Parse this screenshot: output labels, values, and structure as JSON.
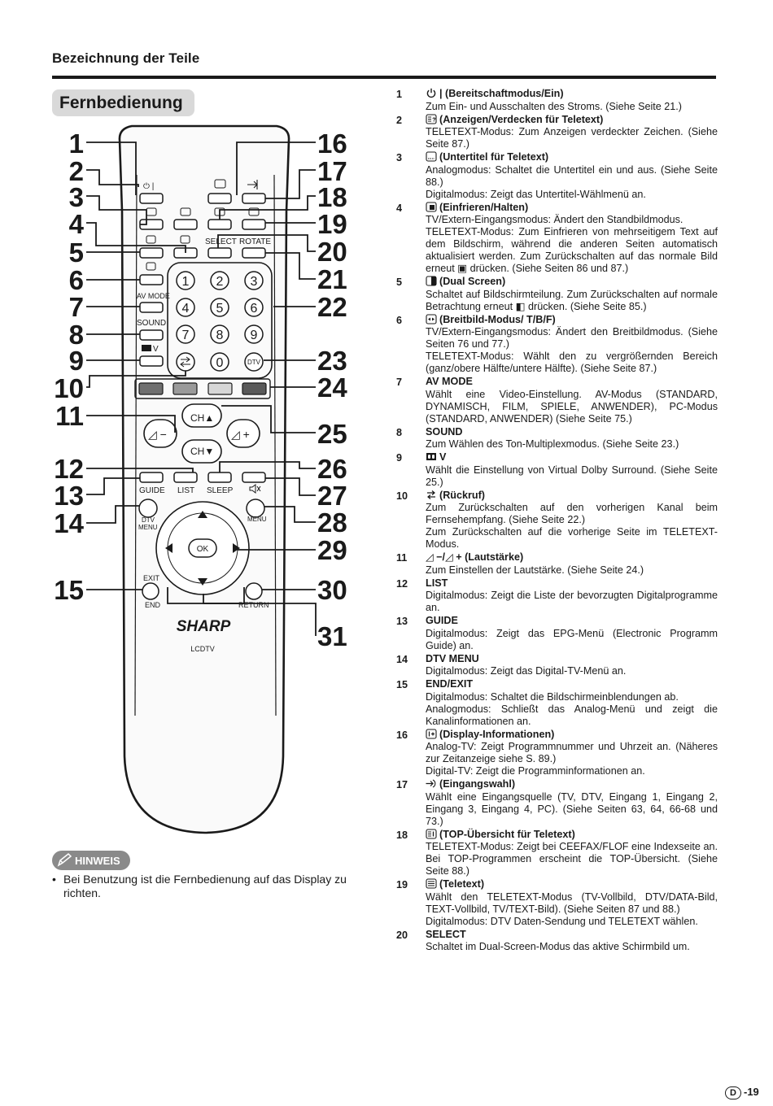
{
  "header": {
    "section_title": "Bezeichnung der Teile",
    "remote_title": "Fernbedienung"
  },
  "remote": {
    "callout_left": [
      "1",
      "2",
      "3",
      "4",
      "5",
      "6",
      "7",
      "8",
      "9",
      "10",
      "11",
      "12",
      "13",
      "14",
      "15"
    ],
    "callout_right": [
      "16",
      "17",
      "18",
      "19",
      "20",
      "21",
      "22",
      "23",
      "24",
      "25",
      "26",
      "27",
      "28",
      "29",
      "30",
      "31"
    ],
    "button_labels": {
      "power": "⏻ |",
      "select": "SELECT",
      "rotate": "ROTATE",
      "av_mode": "AV MODE",
      "sound": "SOUND",
      "virtual_surround": "V",
      "digits": [
        "1",
        "2",
        "3",
        "4",
        "5",
        "6",
        "7",
        "8",
        "9",
        "0"
      ],
      "dtv": "DTV",
      "ch_up": "CH▲",
      "ch_down": "CH▼",
      "vol_minus": "◿ −",
      "vol_plus": "◿ +",
      "guide": "GUIDE",
      "list": "LIST",
      "sleep": "SLEEP",
      "dtv_menu_1": "DTV",
      "dtv_menu_2": "MENU",
      "menu": "MENU",
      "ok": "OK",
      "exit": "EXIT",
      "end": "END",
      "return": "RETURN"
    },
    "brand": "SHARP",
    "model": "LCDTV"
  },
  "note": {
    "badge": "HINWEIS",
    "bullet": "•",
    "text": "Bei Benutzung ist die Fernbedienung auf das Display zu richten."
  },
  "descriptions": [
    {
      "num": "1",
      "icon": "power-icon",
      "title": "| (Bereitschaftmodus/Ein)",
      "lines": [
        "Zum Ein- und Ausschalten des Stroms. (Siehe Seite 21.)"
      ]
    },
    {
      "num": "2",
      "icon": "reveal-icon",
      "title": "(Anzeigen/Verdecken für Teletext)",
      "lines": [
        "TELETEXT-Modus: Zum Anzeigen verdeckter Zeichen. (Siehe Seite 87.)"
      ]
    },
    {
      "num": "3",
      "icon": "subtitle-icon",
      "title": "(Untertitel für Teletext)",
      "lines": [
        "Analogmodus: Schaltet die Untertitel ein und aus. (Siehe Seite 88.)",
        "Digitalmodus: Zeigt das Untertitel-Wählmenü an."
      ]
    },
    {
      "num": "4",
      "icon": "freeze-icon",
      "title": "(Einfrieren/Halten)",
      "lines": [
        "TV/Extern-Eingangsmodus: Ändert den Standbildmodus.",
        "TELETEXT-Modus: Zum Einfrieren von mehrseitigem Text auf dem Bildschirm, während die anderen Seiten automatisch aktualisiert werden. Zum Zurückschalten auf das normale Bild erneut ▣ drücken. (Siehe Seiten 86 und 87.)"
      ]
    },
    {
      "num": "5",
      "icon": "dual-screen-icon",
      "title": "(Dual Screen)",
      "lines": [
        "Schaltet auf Bildschirmteilung. Zum Zurückschalten auf normale Betrachtung erneut ◧ drücken. (Siehe Seite 85.)"
      ]
    },
    {
      "num": "6",
      "icon": "wide-mode-icon",
      "title": "(Breitbild-Modus/ T/B/F)",
      "lines": [
        "TV/Extern-Eingangsmodus: Ändert den Breitbildmodus. (Siehe Seiten 76 und 77.)",
        "TELETEXT-Modus: Wählt den zu vergrößernden Bereich (ganz/obere Hälfte/untere Hälfte). (Siehe Seite 87.)"
      ]
    },
    {
      "num": "7",
      "icon": "",
      "title": "AV MODE",
      "lines": [
        "Wählt eine Video-Einstellung. AV-Modus (STANDARD, DYNAMISCH, FILM, SPIELE, ANWENDER), PC-Modus (STANDARD, ANWENDER) (Siehe Seite 75.)"
      ]
    },
    {
      "num": "8",
      "icon": "",
      "title": "SOUND",
      "lines": [
        "Zum Wählen des Ton-Multiplexmodus. (Siehe Seite 23.)"
      ]
    },
    {
      "num": "9",
      "icon": "dolby-icon",
      "title": "V",
      "lines": [
        "Wählt die Einstellung von Virtual Dolby Surround. (Siehe Seite 25.)"
      ]
    },
    {
      "num": "10",
      "icon": "flashback-icon",
      "title": "(Rückruf)",
      "lines": [
        "Zum Zurückschalten auf den vorherigen Kanal beim Fernsehempfang. (Siehe Seite 22.)",
        "Zum Zurückschalten auf die vorherige Seite im TELETEXT-Modus."
      ]
    },
    {
      "num": "11",
      "icon": "",
      "title": "◿ −/◿ + (Lautstärke)",
      "lines": [
        "Zum Einstellen der Lautstärke. (Siehe Seite 24.)"
      ]
    },
    {
      "num": "12",
      "icon": "",
      "title": "LIST",
      "lines": [
        "Digitalmodus: Zeigt die Liste der bevorzugten Digitalprogramme an."
      ]
    },
    {
      "num": "13",
      "icon": "",
      "title": "GUIDE",
      "lines": [
        "Digitalmodus: Zeigt das EPG-Menü (Electronic Programm Guide) an."
      ]
    },
    {
      "num": "14",
      "icon": "",
      "title": "DTV MENU",
      "lines": [
        "Digitalmodus: Zeigt das Digital-TV-Menü an."
      ]
    },
    {
      "num": "15",
      "icon": "",
      "title": "END/EXIT",
      "lines": [
        "Digitalmodus: Schaltet die Bildschirmeinblendungen ab.",
        "Analogmodus: Schließt das Analog-Menü und zeigt die Kanalinformationen an."
      ]
    },
    {
      "num": "16",
      "icon": "display-info-icon",
      "title": "(Display-Informationen)",
      "lines": [
        "Analog-TV: Zeigt Programmnummer und Uhrzeit an. (Näheres zur Zeitanzeige siehe S. 89.)",
        "Digital-TV: Zeigt die Programminformationen an."
      ]
    },
    {
      "num": "17",
      "icon": "input-icon",
      "title": "(Eingangswahl)",
      "lines": [
        "Wählt eine Eingangsquelle (TV, DTV, Eingang 1, Eingang 2, Eingang 3, Eingang 4, PC). (Siehe Seiten 63, 64, 66-68 und 73.)"
      ]
    },
    {
      "num": "18",
      "icon": "top-overview-icon",
      "title": "(TOP-Übersicht für Teletext)",
      "lines": [
        "TELETEXT-Modus: Zeigt bei CEEFAX/FLOF eine Indexseite an. Bei TOP-Programmen erscheint die TOP-Übersicht. (Siehe Seite 88.)"
      ]
    },
    {
      "num": "19",
      "icon": "teletext-icon",
      "title": "(Teletext)",
      "lines": [
        "Wählt den TELETEXT-Modus (TV-Vollbild, DTV/DATA-Bild, TEXT-Vollbild, TV/TEXT-Bild). (Siehe Seiten 87 und 88.)",
        "Digitalmodus: DTV Daten-Sendung und TELETEXT wählen."
      ]
    },
    {
      "num": "20",
      "icon": "",
      "title": "SELECT",
      "lines": [
        "Schaltet im Dual-Screen-Modus das aktive Schirmbild um."
      ]
    }
  ],
  "footer": {
    "page_letter": "D",
    "page_number": "-19"
  }
}
